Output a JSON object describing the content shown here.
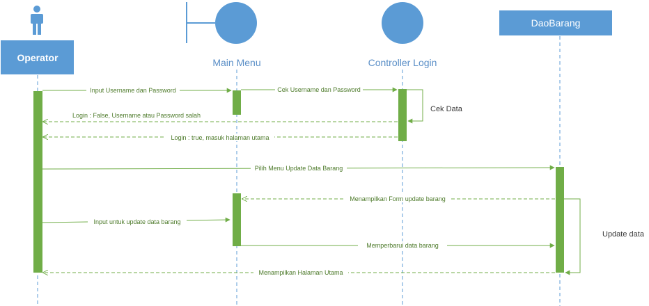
{
  "participants": {
    "operator": "Operator",
    "main_menu": "Main Menu",
    "controller_login": "Controller Login",
    "dao_barang": "DaoBarang"
  },
  "messages": {
    "m1": "Input Username dan Password",
    "m2": "Cek Username dan Password",
    "self_check": "Cek Data",
    "m3": "Login : False, Username atau Password salah",
    "m4": "Login : true, masuk halaman utama",
    "m5": "Pilih Menu Update Data Barang",
    "m6": "Menampilkan Form update barang",
    "m7": "Input untuk update data barang",
    "m8": "Memperbarui data barang",
    "m9": "Menampilkan Halaman Utama",
    "self_update": "Update data"
  },
  "colors": {
    "participant_blue": "#5b9bd5",
    "activation_green": "#70ad47",
    "message_green": "#70ad47"
  }
}
